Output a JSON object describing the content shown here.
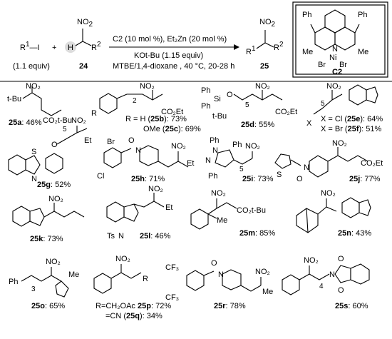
{
  "reaction": {
    "reagent1": "R",
    "reagent1_sup": "1",
    "reagent1_tail": "—I",
    "reagent1_equiv": "(1.1 equiv)",
    "plus": "+",
    "reagent2_h": "H",
    "reagent2_no2": "NO",
    "reagent2_no2_sub": "2",
    "reagent2_r2": "R",
    "reagent2_r2_sup": "2",
    "reagent2_id": "24",
    "cond_line1": "C2 (10 mol %), Et₂Zn (20 mol %)",
    "cond_line2": "KOt-Bu (1.15 equiv)",
    "cond_line3": "MTBE/1,4-dioxane , 40 °C, 20-28 h",
    "product_no2": "NO",
    "product_no2_sub": "2",
    "product_r1": "R",
    "product_r1_sup": "1",
    "product_r2": "R",
    "product_r2_sup": "2",
    "product_id": "25"
  },
  "catalyst": {
    "ph_left": "Ph",
    "ph_right": "Ph",
    "me_left": "Me",
    "me_right": "Me",
    "n": "N",
    "ni": "Ni",
    "br_left": "Br",
    "br_right": "Br",
    "id": "C2"
  },
  "compounds": [
    {
      "id": "25a",
      "yield": "46%"
    },
    {
      "id": "25b",
      "yield": "73%",
      "sub": "R = H"
    },
    {
      "id": "25c",
      "yield": "69%",
      "sub": "OMe"
    },
    {
      "id": "25d",
      "yield": "55%"
    },
    {
      "id": "25e",
      "yield": "64%",
      "sub": "X = Cl"
    },
    {
      "id": "25f",
      "yield": "51%",
      "sub": "X = Br"
    },
    {
      "id": "25g",
      "yield": "52%"
    },
    {
      "id": "25h",
      "yield": "71%"
    },
    {
      "id": "25i",
      "yield": "73%"
    },
    {
      "id": "25j",
      "yield": "77%"
    },
    {
      "id": "25k",
      "yield": "73%"
    },
    {
      "id": "25l",
      "yield": "46%"
    },
    {
      "id": "25m",
      "yield": "85%"
    },
    {
      "id": "25n",
      "yield": "43%"
    },
    {
      "id": "25o",
      "yield": "65%"
    },
    {
      "id": "25p",
      "yield": "72%",
      "sub": "R=CH₂OAc"
    },
    {
      "id": "25q",
      "yield": "34%",
      "sub": "=CN"
    },
    {
      "id": "25r",
      "yield": "78%"
    },
    {
      "id": "25s",
      "yield": "60%"
    }
  ],
  "structure_labels": {
    "no2": "NO₂",
    "tbu": "t-Bu",
    "co2tbu": "CO₂t-Bu",
    "co2et": "CO₂Et",
    "et": "Et",
    "me": "Me",
    "r": "R",
    "x": "X",
    "ph": "Ph",
    "o": "O",
    "s": "S",
    "n": "N",
    "si": "Si",
    "br": "Br",
    "cl": "Cl",
    "cf3": "CF₃",
    "ts": "Ts",
    "two": "2",
    "five": "5",
    "three": "3",
    "four": "4"
  }
}
